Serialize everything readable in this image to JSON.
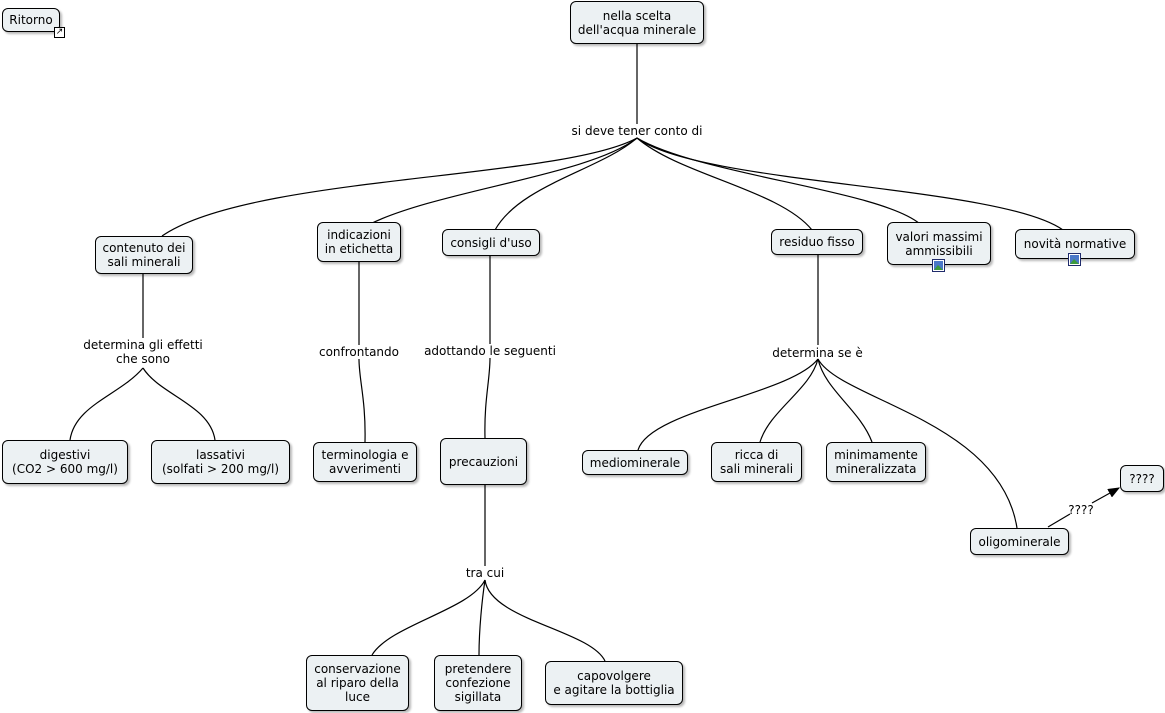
{
  "nav": {
    "back_label": "Ritorno"
  },
  "root": {
    "label": "nella scelta\ndell'acqua minerale"
  },
  "links": {
    "root_link": "si deve tener conto di",
    "contenuto_link": "determina gli effetti\nche sono",
    "indicazioni_link": "confrontando",
    "consigli_link": "adottando le seguenti",
    "precauzioni_link": "tra cui",
    "residuo_link": "determina se è",
    "oligo_link": "????"
  },
  "concepts": {
    "contenuto": "contenuto dei\nsali minerali",
    "indicazioni": "indicazioni\nin etichetta",
    "consigli": "consigli d'uso",
    "residuo": "residuo fisso",
    "valori": "valori massimi\nammissibili",
    "novita": "novità normative",
    "digestivi": "digestivi\n(CO2 > 600 mg/l)",
    "lassativi": "lassativi\n(solfati > 200 mg/l)",
    "terminologia": "terminologia e\navverimenti",
    "precauzioni": "precauzioni",
    "mediominerale": "mediominerale",
    "ricca": "ricca di\nsali minerali",
    "minimamente": "minimamente\nmineralizzata",
    "oligominerale": "oligominerale",
    "unknown": "????",
    "conservazione": "conservazione\nal riparo della\nluce",
    "pretendere": "pretendere\nconfezione\nsigillata",
    "capovolgere": "capovolgere\ne agitare la bottiglia"
  },
  "icons": {
    "image_resource": "image-icon",
    "external_link": "external-link-icon"
  }
}
